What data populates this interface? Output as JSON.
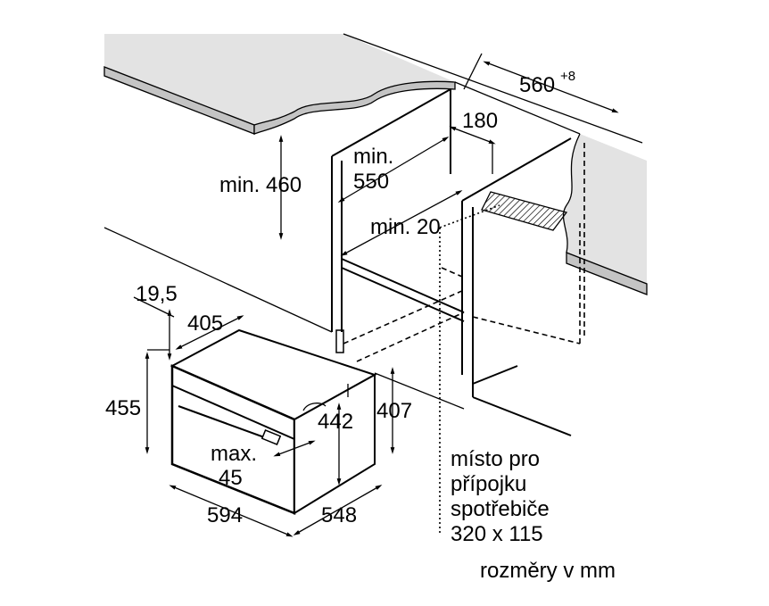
{
  "labels": {
    "depth_560": "560",
    "depth_560_tol": "+8",
    "dim_180": "180",
    "min_460": "min. 460",
    "min_550_a": "min.",
    "min_550_b": "550",
    "min_20": "min. 20",
    "dim_19_5": "19,5",
    "dim_405": "405",
    "dim_455": "455",
    "dim_442": "442",
    "dim_407": "407",
    "max_a": "max.",
    "max_b": "45",
    "dim_594": "594",
    "dim_548": "548",
    "conn_1": "místo pro",
    "conn_2": "přípojku",
    "conn_3": "spotřebiče",
    "conn_4": "320 x 115",
    "units": "rozměry v mm"
  },
  "colors": {
    "worktop_top": "#e3e3e3",
    "worktop_edge": "#c4c4c4"
  }
}
